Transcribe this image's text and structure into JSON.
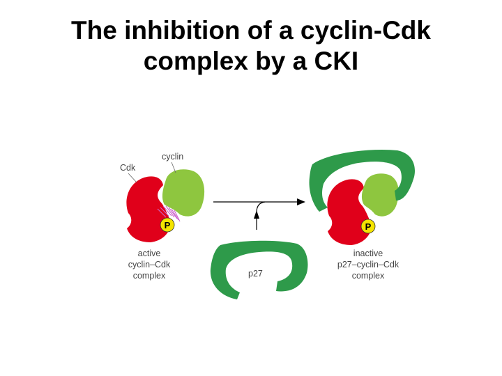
{
  "title": {
    "line1": "The inhibition of a cyclin-Cdk",
    "line2": "complex by a CKI"
  },
  "diagram": {
    "labels": {
      "cdk": "Cdk",
      "cyclin": "cyclin",
      "phosphate": "P",
      "active_line1": "active",
      "active_line2": "cyclin–Cdk",
      "active_line3": "complex",
      "p27": "p27",
      "inactive_line1": "inactive",
      "inactive_line2": "p27–cyclin–Cdk",
      "inactive_line3": "complex"
    },
    "colors": {
      "cdk": "#e0001a",
      "cyclin": "#8ec63f",
      "p27": "#2e9a4a",
      "phosphate": "#f5e400",
      "active_site": "#cc66cc",
      "arrow": "#000000"
    }
  }
}
